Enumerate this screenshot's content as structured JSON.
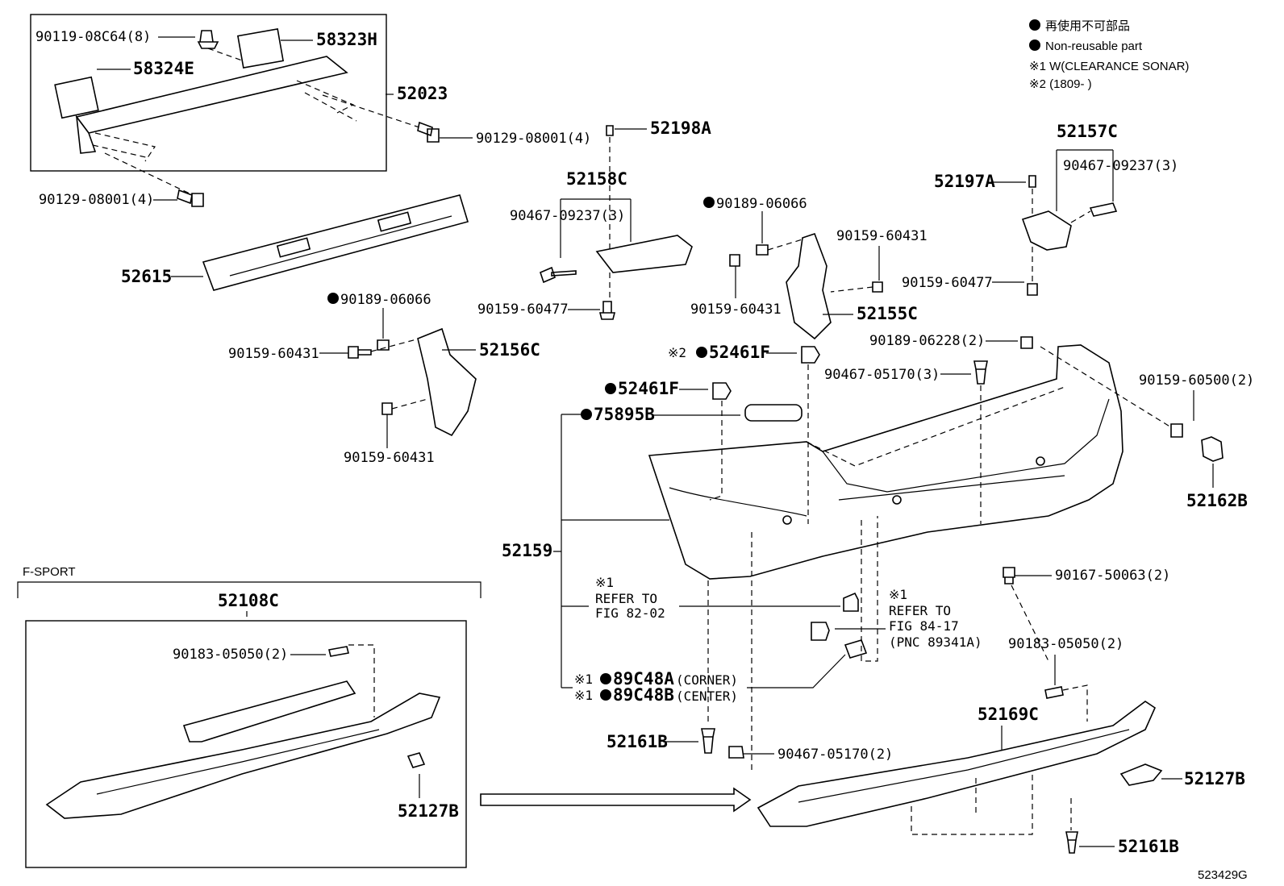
{
  "legend": {
    "nonreusable_jp": "再使用不可部品",
    "nonreusable_en": "Non-reusable part",
    "note1": "※1 W(CLEARANCE SONAR)",
    "note2": "※2 (1809-      )"
  },
  "labels": {
    "p90119": "90119-08C64(8)",
    "p58323H": "58323H",
    "p58324E": "58324E",
    "p52023": "52023",
    "p90129a": "90129-08001(4)",
    "p90129b": "90129-08001(4)",
    "p52615": "52615",
    "p52198A": "52198A",
    "p52158C": "52158C",
    "p90467_09237a": "90467-09237(3)",
    "p90159_60477a": "90159-60477",
    "p90189_06066a": "90189-06066",
    "p90159_60431a": "90159-60431",
    "p52156C": "52156C",
    "p90159_60431b": "90159-60431",
    "p90189_06066b": "90189-06066",
    "p90159_60431c": "90159-60431",
    "p90159_60431d": "90159-60431",
    "p52155C": "52155C",
    "p52157C": "52157C",
    "p52197A": "52197A",
    "p90467_09237b": "90467-09237(3)",
    "p90159_60477b": "90159-60477",
    "p90189_06228": "90189-06228(2)",
    "p52461F_a_pre": "※2",
    "p52461F_a": "52461F",
    "p90467_05170_3": "90467-05170(3)",
    "p90159_60500": "90159-60500(2)",
    "p52162B": "52162B",
    "p52461F_b": "52461F",
    "p75895B": "75895B",
    "p52159": "52159",
    "fsport": "F-SPORT",
    "p52108C": "52108C",
    "p90183_05050a": "90183-05050(2)",
    "p52127B_a": "52127B",
    "refer1_mark": "※1",
    "refer1_l1": "REFER TO",
    "refer1_l2": "FIG 82-02",
    "refer2_mark": "※1",
    "refer2_l1": "REFER TO",
    "refer2_l2": "FIG 84-17",
    "refer2_l3": "(PNC 89341A)",
    "p89C48A_pre": "※1",
    "p89C48A": "89C48A",
    "p89C48A_suf": "(CORNER)",
    "p89C48B_pre": "※1",
    "p89C48B": "89C48B",
    "p89C48B_suf": "(CENTER)",
    "p52161B_a": "52161B",
    "p90467_05170_2": "90467-05170(2)",
    "p90167_50063": "90167-50063(2)",
    "p90183_05050b": "90183-05050(2)",
    "p52169C": "52169C",
    "p52127B_b": "52127B",
    "p52161B_b": "52161B",
    "figure_id": "523429G"
  }
}
